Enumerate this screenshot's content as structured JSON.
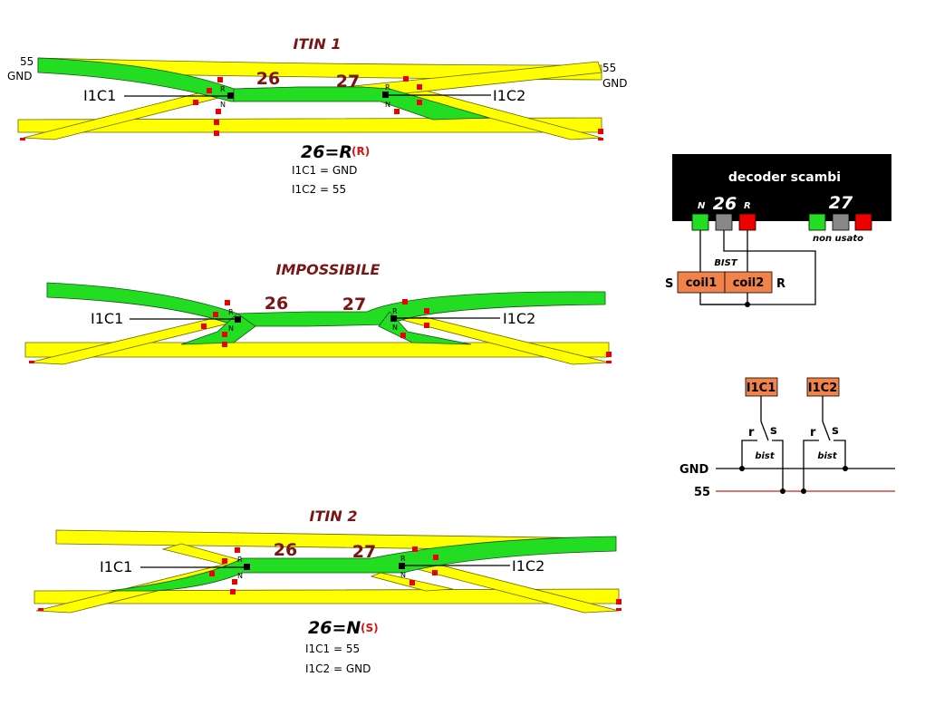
{
  "layouts": [
    {
      "title": "ITIN 1",
      "turnout_a": "26",
      "turnout_b": "27",
      "left_label": "I1C1",
      "right_label": "I1C2",
      "left_power": [
        "55",
        "GND"
      ],
      "right_power": [
        "55",
        "GND"
      ],
      "pos_r": "R",
      "pos_n": "N",
      "result_main": "26=R",
      "result_sub": "(R)",
      "notes": [
        "I1C1 = GND",
        "I1C2 =  55"
      ]
    },
    {
      "title": "IMPOSSIBILE",
      "turnout_a": "26",
      "turnout_b": "27",
      "left_label": "I1C1",
      "right_label": "I1C2",
      "pos_r": "R",
      "pos_n": "N"
    },
    {
      "title": "ITIN 2",
      "turnout_a": "26",
      "turnout_b": "27",
      "left_label": "I1C1",
      "right_label": "I1C2",
      "pos_r": "R",
      "pos_n": "N",
      "result_main": "26=N",
      "result_sub": "(S)",
      "notes": [
        "I1C1 = 55",
        "I1C2 = GND"
      ]
    }
  ],
  "decoder": {
    "title": "decoder scambi",
    "ch1": "26",
    "ch2": "27",
    "n": "N",
    "r": "R",
    "unused": "non usato",
    "bist": "BIST",
    "coil1": "coil1",
    "coil2": "coil2",
    "s": "S",
    "r_side": "R"
  },
  "switches": {
    "sw1": "I1C1",
    "sw2": "I1C2",
    "r": "r",
    "s": "s",
    "bist": "bist",
    "gnd": "GND",
    "v55": "55"
  },
  "colors": {
    "track_yellow": "#ffff00",
    "track_green": "#22dd22",
    "title_red": "#7b1414",
    "contact_red": "#ee0000",
    "coil_orange": "#f0824a",
    "rail_55": "#cc2222"
  }
}
